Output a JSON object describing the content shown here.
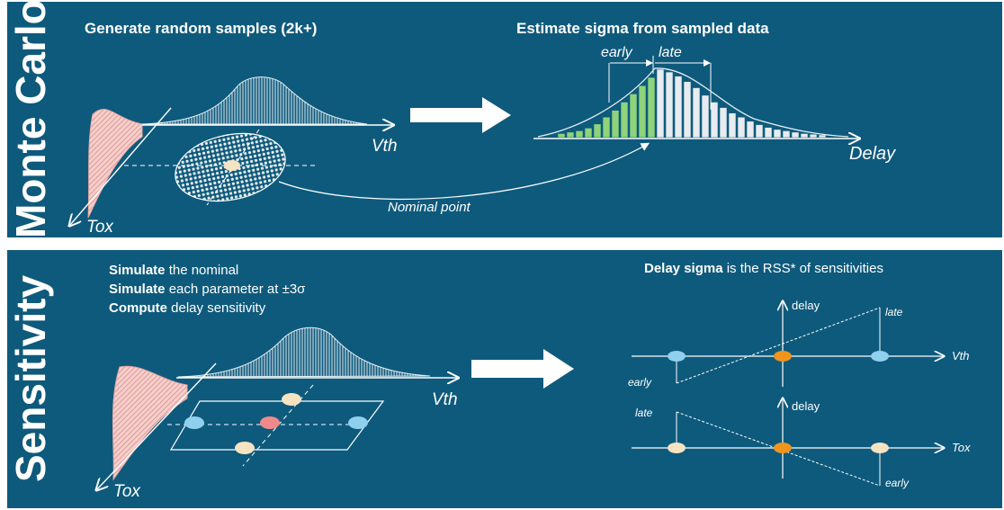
{
  "monte_carlo": {
    "side_title": "Monte Carlo",
    "left_heading": "Generate random samples (2k+)",
    "right_heading": "Estimate sigma from sampled data",
    "vth_label": "Vth",
    "tox_label": "Tox",
    "nominal_label": "Nominal point",
    "early_label": "early",
    "late_label": "late",
    "delay_label": "Delay"
  },
  "sensitivity": {
    "side_title": "Sensitivity",
    "steps": [
      {
        "bold": "Simulate",
        "rest": " the nominal"
      },
      {
        "bold": "Simulate",
        "rest": " each parameter at ±3σ"
      },
      {
        "bold": "Compute",
        "rest": " delay sensitivity"
      }
    ],
    "right_heading_bold": "Delay sigma",
    "right_heading_rest": " is the RSS* of sensitivities",
    "vth_label": "Vth",
    "tox_label": "Tox",
    "top_plot": {
      "y_label": "delay",
      "x_label": "Vth",
      "late_label": "late",
      "early_label": "early"
    },
    "bottom_plot": {
      "y_label": "delay",
      "x_label": "Tox",
      "late_label": "late",
      "early_label": "early"
    }
  },
  "colors": {
    "panel": "#0e5a7c",
    "pink_dist": "#f2b8b4",
    "green_bar": "#8fd37a",
    "white_bar": "#e8ebef",
    "point_orange": "#f0941e",
    "point_blue": "#8fd0ee",
    "point_cream": "#f6e3c2",
    "point_pink": "#f08a8a"
  },
  "histogram": {
    "early_heights": [
      0.06,
      0.08,
      0.1,
      0.14,
      0.2,
      0.3,
      0.4,
      0.52,
      0.64,
      0.76,
      0.88
    ],
    "late_heights": [
      1.0,
      0.96,
      0.9,
      0.82,
      0.73,
      0.62,
      0.52,
      0.44,
      0.36,
      0.3,
      0.24,
      0.19,
      0.15,
      0.12,
      0.1,
      0.08,
      0.06,
      0.05,
      0.04
    ]
  }
}
